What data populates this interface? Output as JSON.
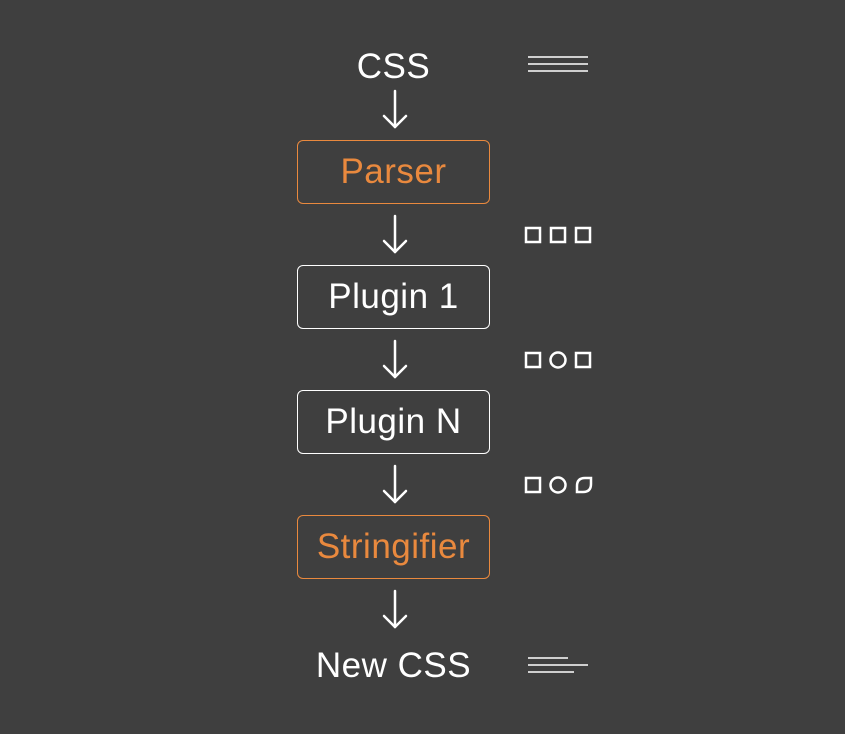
{
  "colors": {
    "background": "#3f3f3f",
    "primary": "#ffffff",
    "accent": "#e9893e"
  },
  "steps": {
    "source": "CSS",
    "parser": "Parser",
    "plugin_1": "Plugin 1",
    "plugin_n": "Plugin N",
    "stringifier": "Stringifier",
    "output": "New CSS"
  },
  "icons": {
    "source": "text-lines-icon",
    "after_parser": "square-square-square-icon",
    "after_plugin_1": "square-circle-square-icon",
    "after_plugin_n": "square-circle-leaf-icon",
    "output": "modified-text-lines-icon"
  }
}
